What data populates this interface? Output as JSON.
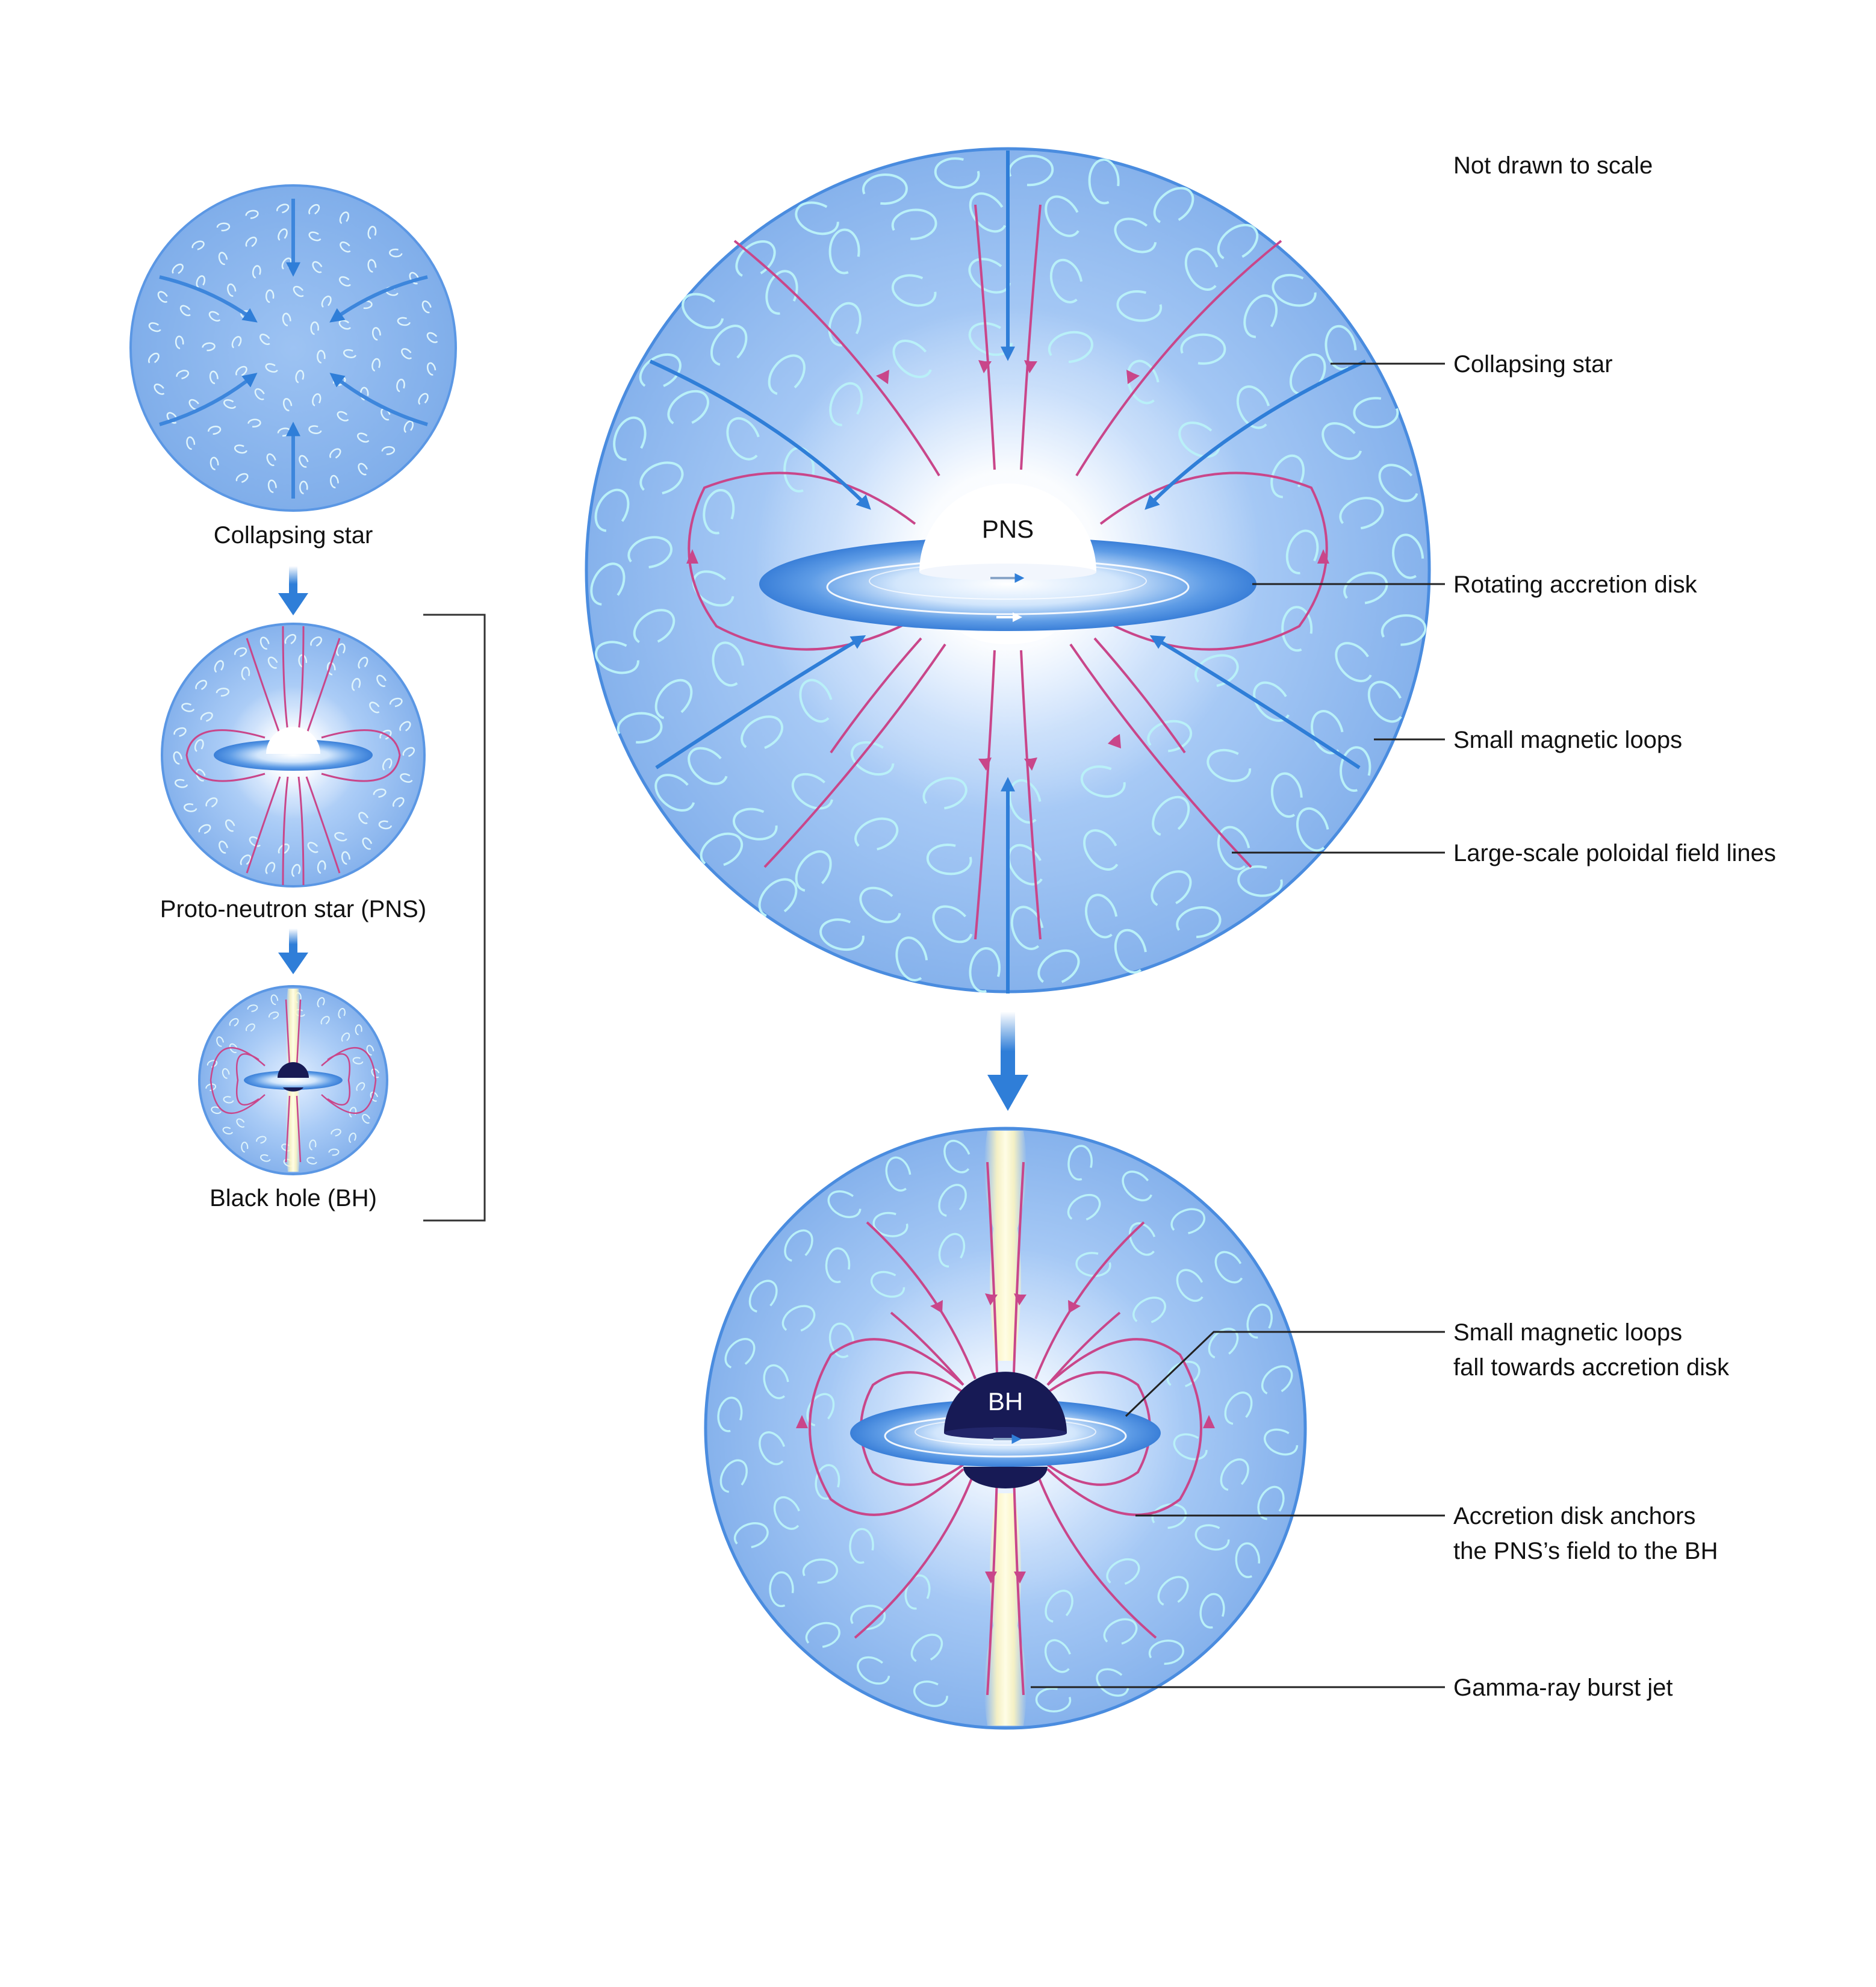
{
  "note": "Not drawn to scale",
  "captions": {
    "small_collapsing": "Collapsing star",
    "small_pns": "Proto-neutron star (PNS)",
    "small_bh": "Black hole (BH)"
  },
  "center_labels": {
    "pns": "PNS",
    "bh": "BH"
  },
  "annotations_top": {
    "collapsing_star": "Collapsing star",
    "accretion_disk": "Rotating accretion disk",
    "small_loops": "Small magnetic loops",
    "poloidal_lines": "Large-scale poloidal field lines"
  },
  "annotations_bottom": {
    "loops_fall_line1": "Small magnetic loops",
    "loops_fall_line2": "fall towards accretion disk",
    "anchor_line1": "Accretion disk anchors",
    "anchor_line2": "the PNS’s field to the BH",
    "jet": "Gamma-ray burst jet"
  },
  "colors": {
    "star_edge": "#5b97e4",
    "star_fill": "#8db8f0",
    "field_line": "#c9468a",
    "infall_arrow": "#2f7ed8",
    "loop": "#b9f0f8",
    "bh": "#171a55",
    "jet": "#fffbd0"
  }
}
